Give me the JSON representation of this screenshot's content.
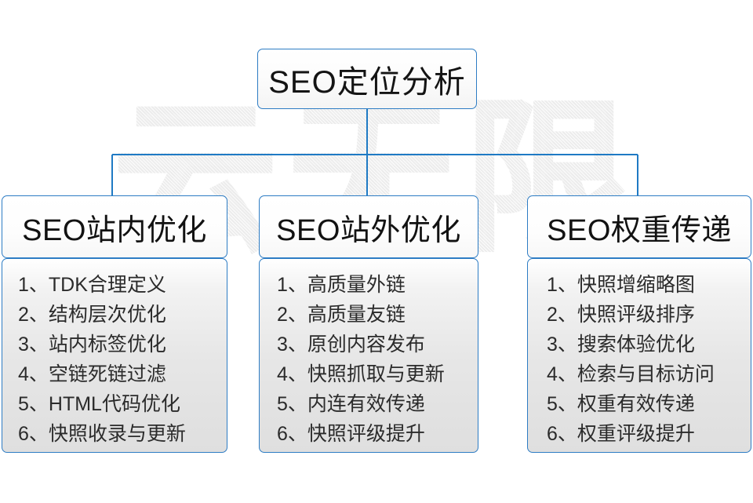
{
  "diagram": {
    "root": {
      "label": "SEO定位分析"
    },
    "columns": [
      {
        "title": "SEO站内优化",
        "items": [
          "1、TDK合理定义",
          "2、结构层次优化",
          "3、站内标签优化",
          "4、空链死链过滤",
          "5、HTML代码优化",
          "6、快照收录与更新"
        ]
      },
      {
        "title": "SEO站外优化",
        "items": [
          "1、高质量外链",
          "2、高质量友链",
          "3、原创内容发布",
          "4、快照抓取与更新",
          "5、内连有效传递",
          "6、快照评级提升"
        ]
      },
      {
        "title": "SEO权重传递",
        "items": [
          "1、快照增缩略图",
          "2、快照评级排序",
          "3、搜索体验优化",
          "4、检索与目标访问",
          "5、权重有效传递",
          "6、权重评级提升"
        ]
      }
    ],
    "watermark": {
      "text": "云无限"
    },
    "colors": {
      "border": "#2d7cc4",
      "connector": "#1f7ac4",
      "text": "#141414",
      "item_text": "#2b2b2b",
      "background": "#ffffff",
      "watermark": "#ececec"
    }
  }
}
